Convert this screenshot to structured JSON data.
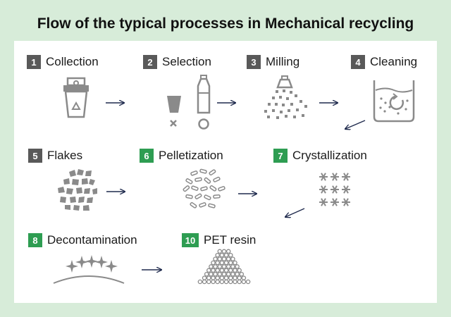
{
  "title": "Flow of the typical processes in Mechanical recycling",
  "steps": [
    {
      "num": "1",
      "label": "Collection",
      "badge_color": "gray"
    },
    {
      "num": "2",
      "label": "Selection",
      "badge_color": "gray"
    },
    {
      "num": "3",
      "label": "Milling",
      "badge_color": "gray"
    },
    {
      "num": "4",
      "label": "Cleaning",
      "badge_color": "gray"
    },
    {
      "num": "5",
      "label": "Flakes",
      "badge_color": "gray"
    },
    {
      "num": "6",
      "label": "Pelletization",
      "badge_color": "green"
    },
    {
      "num": "7",
      "label": "Crystallization",
      "badge_color": "green"
    },
    {
      "num": "8",
      "label": "Decontamination",
      "badge_color": "green"
    },
    {
      "num": "10",
      "label": "PET resin",
      "badge_color": "green"
    }
  ],
  "colors": {
    "background": "#d7ecd9",
    "panel": "#ffffff",
    "gray_badge": "#595959",
    "green_badge": "#2e9d52",
    "icon": "#8a8a8a",
    "arrow": "#1f2a4d"
  },
  "icons": [
    "recycle-bin-icon",
    "bottle-sort-icon",
    "milling-icon",
    "washing-tank-icon",
    "flakes-icon",
    "pellets-icon",
    "crystals-icon",
    "sparkle-arc-icon",
    "resin-pile-icon"
  ]
}
